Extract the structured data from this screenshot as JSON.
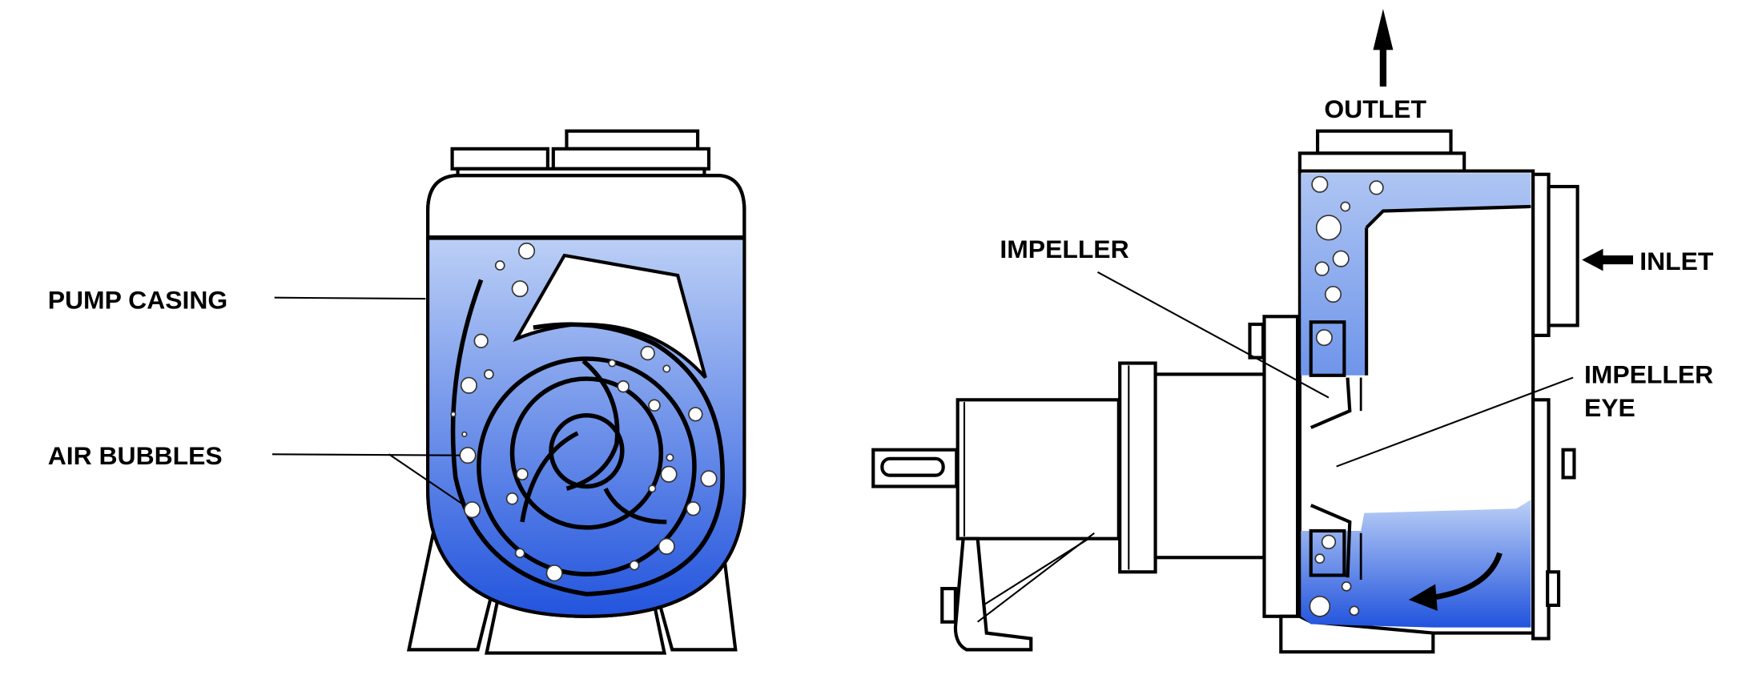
{
  "diagram": {
    "title": "Self-priming centrifugal pump",
    "labels": {
      "pump_casing": "PUMP CASING",
      "air_bubbles": "AIR BUBBLES",
      "impeller": "IMPELLER",
      "impeller_eye_line1": "IMPELLER",
      "impeller_eye_line2": "EYE",
      "outlet": "OUTLET",
      "inlet": "INLET"
    },
    "colors": {
      "water_light": "#b9cdf5",
      "water_dark": "#2456de",
      "outline": "#000000"
    }
  }
}
